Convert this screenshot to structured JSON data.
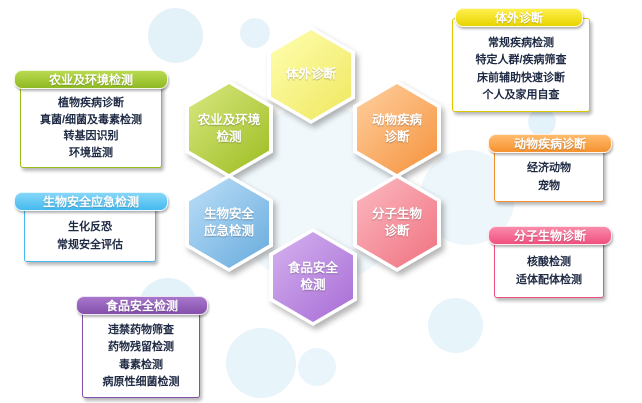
{
  "hexagons": [
    {
      "label": "体外诊断"
    },
    {
      "label": "农业及环境\n检测"
    },
    {
      "label": "动物疾病\n诊断"
    },
    {
      "label": "生物安全\n应急检测"
    },
    {
      "label": "分子生物\n诊断"
    },
    {
      "label": "食品安全\n检测"
    }
  ],
  "callouts": [
    {
      "title": "体外诊断",
      "items": [
        "常规疾病检测",
        "特定人群/疾病筛查",
        "床前辅助快速诊断",
        "个人及家用自查"
      ]
    },
    {
      "title": "农业及环境检测",
      "items": [
        "植物疾病诊断",
        "真菌/细菌及毒素检测",
        "转基因识别",
        "环境监测"
      ]
    },
    {
      "title": "动物疾病诊断",
      "items": [
        "经济动物",
        "宠物"
      ]
    },
    {
      "title": "生物安全应急检测",
      "items": [
        "生化反恐",
        "常规安全评估"
      ]
    },
    {
      "title": "分子生物诊断",
      "items": [
        "核酸检测",
        "适体配体检测"
      ]
    },
    {
      "title": "食品安全检测",
      "items": [
        "违禁药物筛查",
        "药物残留检测",
        "毒素检测",
        "病原性细菌检测"
      ]
    }
  ],
  "colors": {
    "in_vitro": "#e8d400",
    "agriculture": "#9abd1e",
    "animal_disease": "#f6922e",
    "biosafety": "#45b9ef",
    "molecular": "#f0507e",
    "food_safety": "#8450ab",
    "item_text": "#1f2a44",
    "background_circle": "#cde8f6"
  }
}
